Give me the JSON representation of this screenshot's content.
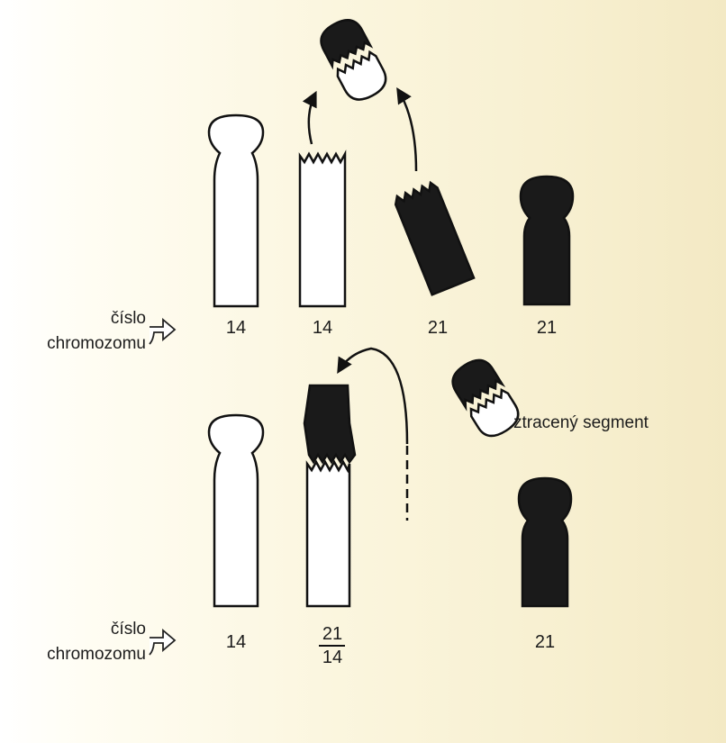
{
  "colors": {
    "outline": "#111111",
    "dark": "#1a1a1a",
    "light": "#ffffff"
  },
  "top_row": {
    "label_line1": "číslo",
    "label_line2": "chromozomu",
    "numbers": [
      "14",
      "14",
      "21",
      "21"
    ]
  },
  "bottom_row": {
    "label_line1": "číslo",
    "label_line2": "chromozomu",
    "number_a": "14",
    "fusion_top": "21",
    "fusion_bottom": "14",
    "number_c": "21"
  },
  "lost_segment_label": "ztracený segment",
  "icons": [
    "arrow-right-icon",
    "arrow-right-icon"
  ]
}
